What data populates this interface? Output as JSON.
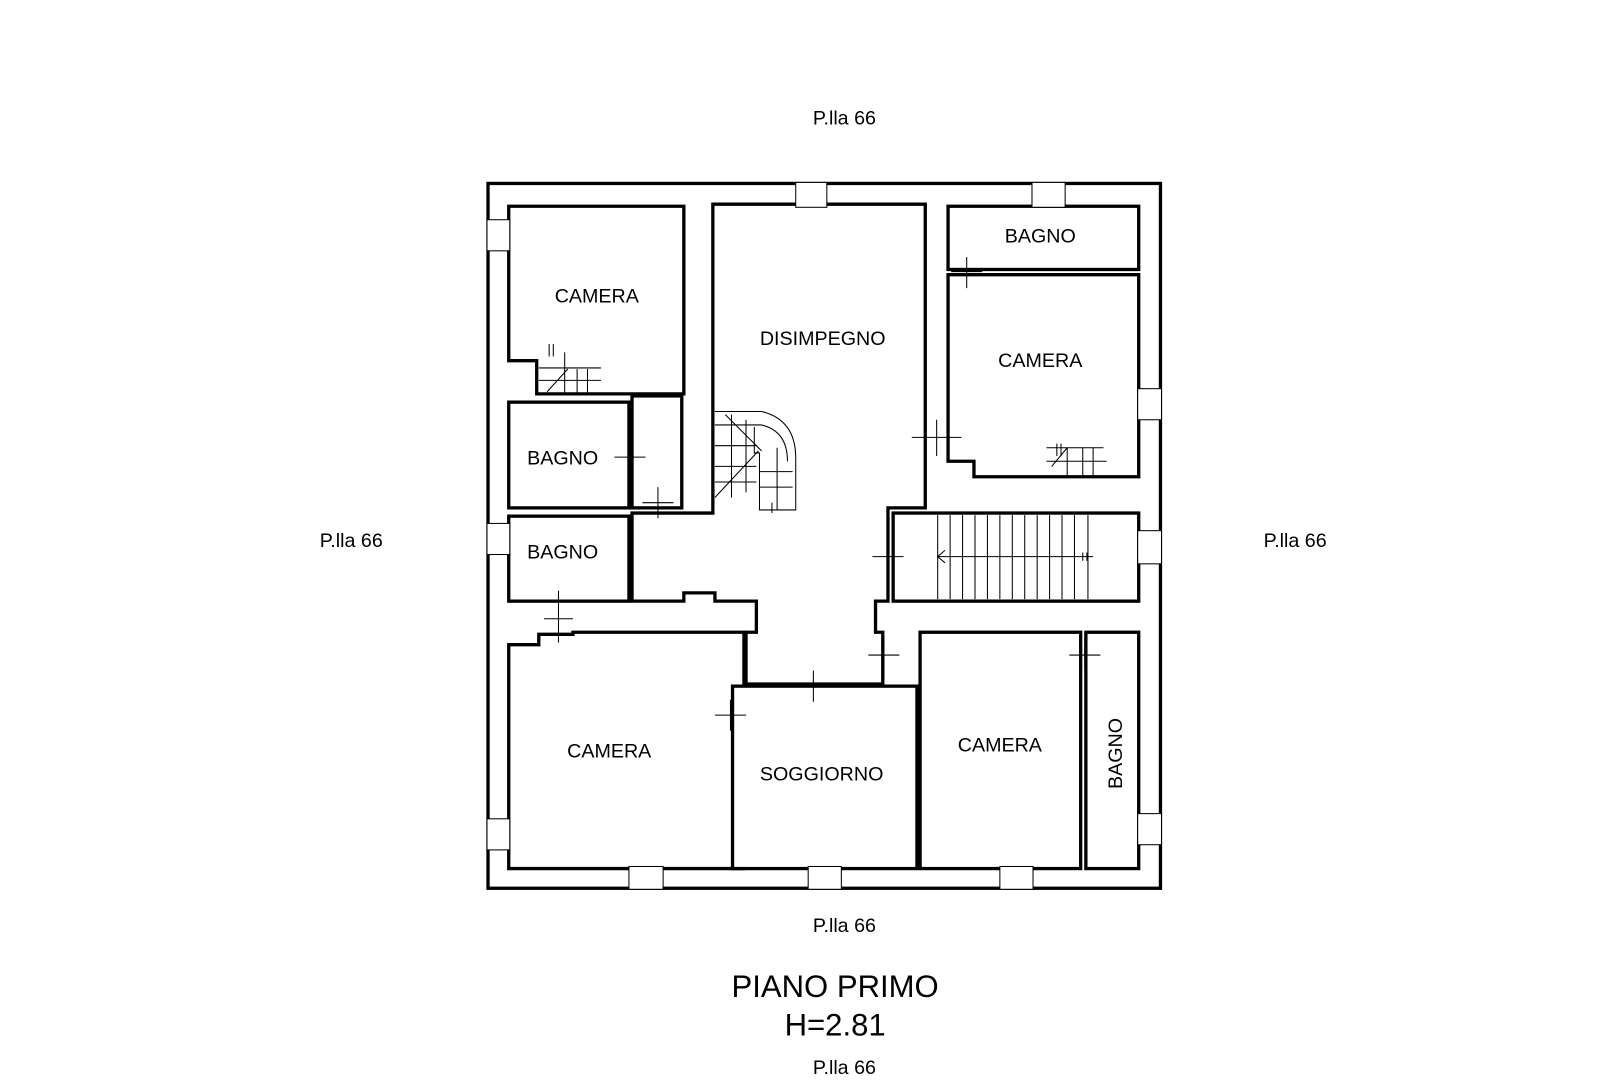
{
  "plan": {
    "title": "PIANO PRIMO",
    "height_label": "H=2.81",
    "neighbors": {
      "top": "P.lla 66",
      "left": "P.lla 66",
      "right": "P.lla 66",
      "bottom": "P.lla 66",
      "bottom_cut": "P.lla 66"
    },
    "rooms": {
      "camera_top_left": "CAMERA",
      "disimpegno": "DISIMPEGNO",
      "bagno_top_right": "BAGNO",
      "camera_right": "CAMERA",
      "bagno_left_upper": "BAGNO",
      "bagno_left_lower": "BAGNO",
      "camera_bottom_left": "CAMERA",
      "soggiorno": "SOGGIORNO",
      "camera_bottom_right": "CAMERA",
      "bagno_bottom_right": "BAGNO"
    }
  }
}
